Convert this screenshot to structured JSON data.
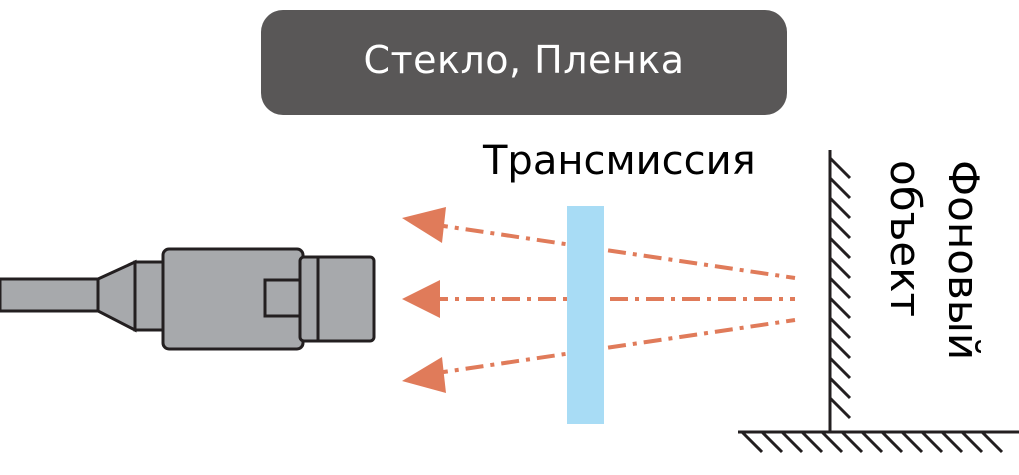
{
  "title": "Стекло, Пленка",
  "labels": {
    "transmission": "Трансмиссия",
    "background_line1": "Фоновый",
    "background_line2": "объект"
  },
  "colors": {
    "banner": "#595757",
    "sensor_body": "#a7a9ac",
    "sensor_outline": "#231f20",
    "beam": "#e07b5a",
    "glass": "#a8dcf5",
    "wall_line": "#231f20"
  },
  "icons": {
    "sensor": "photoelectric-sensor-icon",
    "background_object": "hatched-wall-icon"
  }
}
